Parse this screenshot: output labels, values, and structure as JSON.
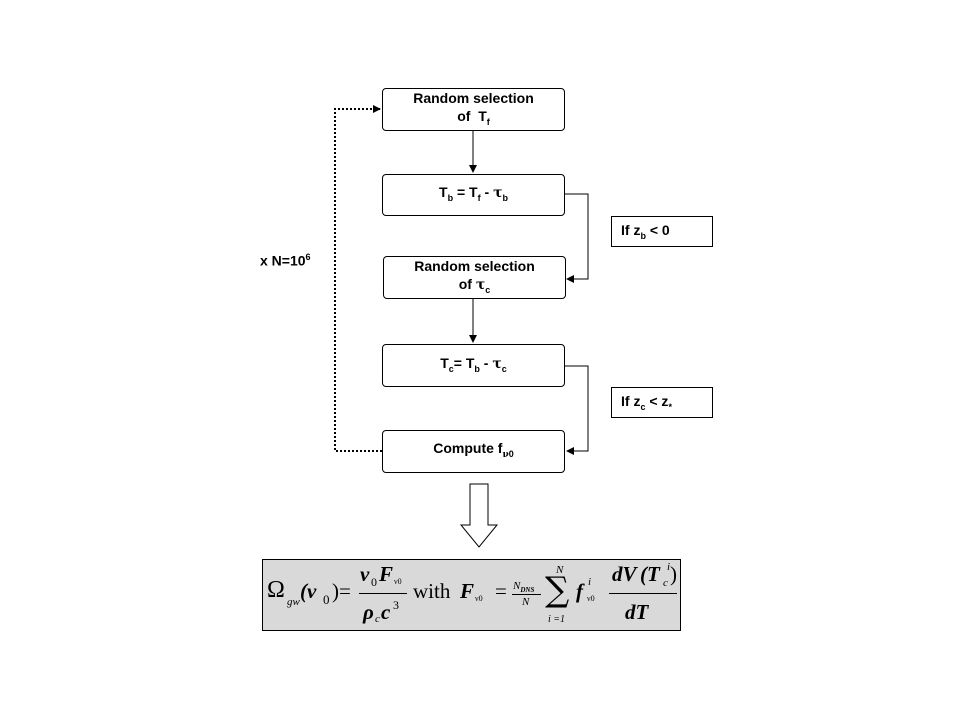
{
  "flow": {
    "box1": {
      "line1": "Random selection",
      "line2": "of  T",
      "line2_sub": "f"
    },
    "box2": {
      "T1": "T",
      "T1_sub": "b",
      "eq": " = ",
      "T2": "T",
      "T2_sub": "f",
      "minus": " - ",
      "tau": "τ",
      "tau_sub": "b"
    },
    "box3": {
      "line1": "Random selection",
      "line2": "of ",
      "tau": "τ",
      "tau_sub": "c"
    },
    "box4": {
      "T1": "T",
      "T1_sub": "c",
      "eq": "= ",
      "T2": "T",
      "T2_sub": "b",
      "minus": " - ",
      "tau": "τ",
      "tau_sub": "c"
    },
    "box5": {
      "text": "Compute f",
      "sub": "ν",
      "sub2": "0"
    },
    "cond1": {
      "prefix": "If z",
      "sub": "b",
      "rest": " < 0"
    },
    "cond2": {
      "prefix": "If z",
      "sub": "c",
      "rest": " < z",
      "rest_sub": "*"
    },
    "loop": {
      "prefix": "x N=10",
      "sup": "6"
    }
  },
  "formula": {
    "omega": "Ω",
    "omega_sub": "gw",
    "lhs_arg": "(ν",
    "lhs_arg_sub": "0",
    "lhs_close": ")=",
    "num": "ν",
    "num_sub": "0",
    "num_F": "F",
    "num_F_sub": "ν0",
    "den": "ρ",
    "den_sub": "c",
    "den_c": "c",
    "den_sup": "3",
    "with": "with",
    "F": "F",
    "F_sub": "ν0",
    "eq": "=",
    "ratio_num": "N",
    "ratio_num_sub": "DNS",
    "ratio_den": "N",
    "sum": "∑",
    "sum_top": "N",
    "sum_bottom": "i =1",
    "f": "f",
    "f_sup": "i",
    "f_sub": "ν0",
    "dV": "dV",
    "dV_arg": "(T",
    "dV_sub": "c",
    "dV_sup": "i",
    "dV_close": ")",
    "dT": "dT"
  }
}
